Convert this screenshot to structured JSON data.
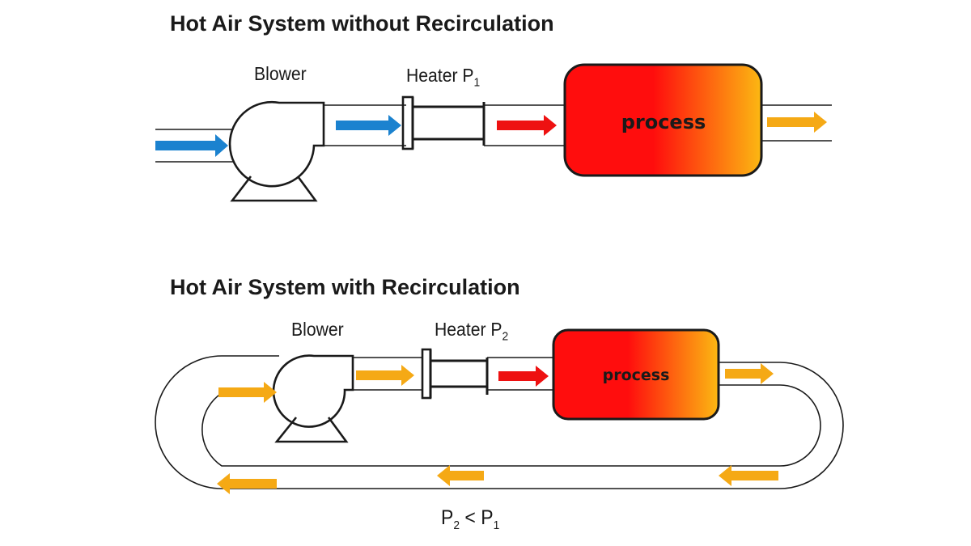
{
  "top": {
    "title": "Hot Air System without Recirculation",
    "blower_label": "Blower",
    "heater_label": "Heater P",
    "heater_sub": "1",
    "process_label": "process"
  },
  "bottom": {
    "title": "Hot Air System with Recirculation",
    "blower_label": "Blower",
    "heater_label": "Heater P",
    "heater_sub": "2",
    "process_label": "process"
  },
  "formula": {
    "p_left": "P",
    "p_left_sub": "2",
    "op": "<",
    "p_right": "P",
    "p_right_sub": "1"
  },
  "colors": {
    "cold": "#1b82cf",
    "hot": "#ee1111",
    "warm": "#f5a915",
    "process_start": "#ff0d0d",
    "process_end": "#fcb812"
  }
}
